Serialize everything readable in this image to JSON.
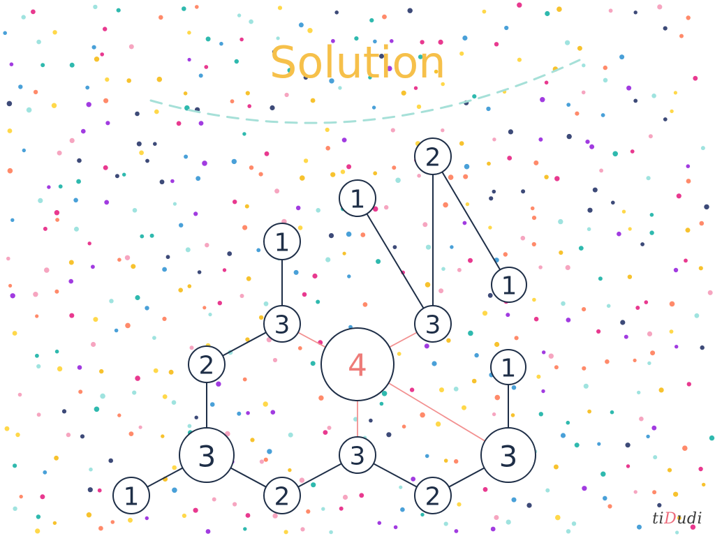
{
  "title": "Solution",
  "brand": {
    "part1": "ti",
    "part2": "D",
    "part3": "udi"
  },
  "colors": {
    "title": "#f6c04a",
    "dash": "#a6e0d8",
    "node_stroke": "#1e2e47",
    "node_text": "#1e2e47",
    "center_text": "#ee7b78",
    "highlight_edge": "#f29090",
    "normal_edge": "#1e2e47",
    "confetti": [
      "#f7c22e",
      "#e8398f",
      "#a13be0",
      "#2fb9ae",
      "#3d4a78",
      "#ff8a6a",
      "#9fe3df",
      "#f6a5c0",
      "#49a0d8",
      "#ffd84a"
    ]
  },
  "diagram": {
    "nodes": [
      {
        "id": "n-center",
        "label": "4",
        "center": true
      },
      {
        "id": "n-top-2",
        "label": "2"
      },
      {
        "id": "n-top-1a",
        "label": "1"
      },
      {
        "id": "n-right-1a",
        "label": "1"
      },
      {
        "id": "n-upper-right-3",
        "label": "3"
      },
      {
        "id": "n-left-1",
        "label": "1"
      },
      {
        "id": "n-upper-left-3",
        "label": "3"
      },
      {
        "id": "n-left-2",
        "label": "2"
      },
      {
        "id": "n-lower-left-3",
        "label": "3"
      },
      {
        "id": "n-bottom-left-1",
        "label": "1"
      },
      {
        "id": "n-bottom-2a",
        "label": "2"
      },
      {
        "id": "n-bottom-3",
        "label": "3"
      },
      {
        "id": "n-bottom-2b",
        "label": "2"
      },
      {
        "id": "n-lower-right-3",
        "label": "3"
      },
      {
        "id": "n-right-1b",
        "label": "1"
      }
    ],
    "edges": [
      {
        "from": "n-center",
        "to": "n-upper-left-3",
        "highlight": true
      },
      {
        "from": "n-center",
        "to": "n-upper-right-3",
        "highlight": true
      },
      {
        "from": "n-center",
        "to": "n-bottom-3",
        "highlight": true
      },
      {
        "from": "n-center",
        "to": "n-lower-right-3",
        "highlight": true
      },
      {
        "from": "n-top-2",
        "to": "n-upper-right-3",
        "highlight": false
      },
      {
        "from": "n-top-2",
        "to": "n-right-1a",
        "highlight": false
      },
      {
        "from": "n-top-1a",
        "to": "n-upper-right-3",
        "highlight": false
      },
      {
        "from": "n-left-1",
        "to": "n-upper-left-3",
        "highlight": false
      },
      {
        "from": "n-upper-left-3",
        "to": "n-left-2",
        "highlight": false
      },
      {
        "from": "n-left-2",
        "to": "n-lower-left-3",
        "highlight": false
      },
      {
        "from": "n-lower-left-3",
        "to": "n-bottom-left-1",
        "highlight": false
      },
      {
        "from": "n-lower-left-3",
        "to": "n-bottom-2a",
        "highlight": false
      },
      {
        "from": "n-bottom-2a",
        "to": "n-bottom-3",
        "highlight": false
      },
      {
        "from": "n-bottom-3",
        "to": "n-bottom-2b",
        "highlight": false
      },
      {
        "from": "n-bottom-2b",
        "to": "n-lower-right-3",
        "highlight": false
      },
      {
        "from": "n-lower-right-3",
        "to": "n-right-1b",
        "highlight": false
      }
    ]
  }
}
